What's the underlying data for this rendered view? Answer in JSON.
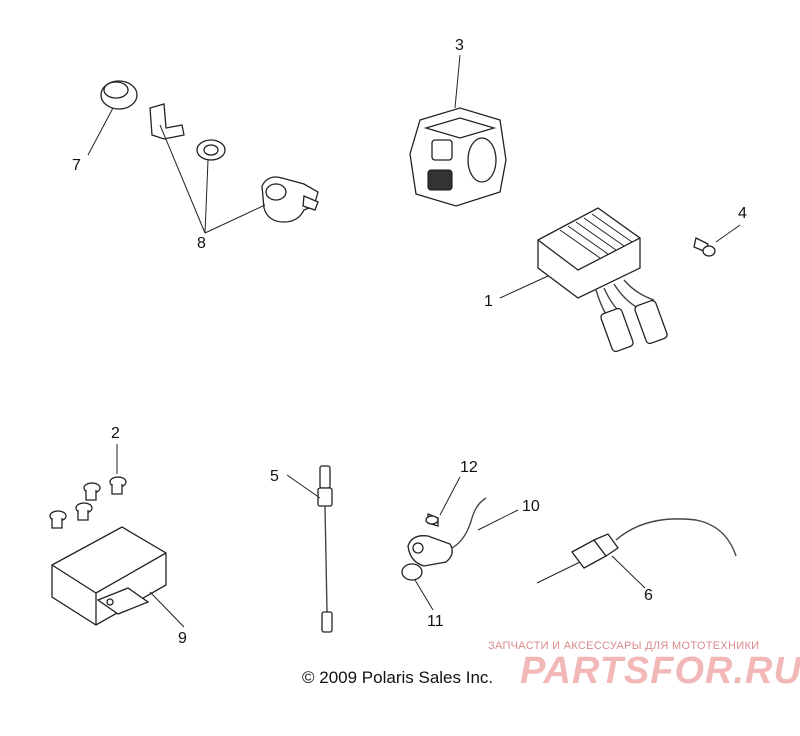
{
  "callouts": [
    "1",
    "2",
    "3",
    "4",
    "5",
    "6",
    "7",
    "8",
    "9",
    "10",
    "11",
    "12"
  ],
  "copyright": "© 2009 Polaris Sales Inc.",
  "watermark": {
    "tagline": "ЗАПЧАСТИ И АКСЕССУАРЫ ДЛЯ МОТОТЕХНИКИ",
    "logo": "PARTSFOR.RU"
  },
  "colors": {
    "line": "#222222",
    "watermark": "#f2b8b8"
  }
}
